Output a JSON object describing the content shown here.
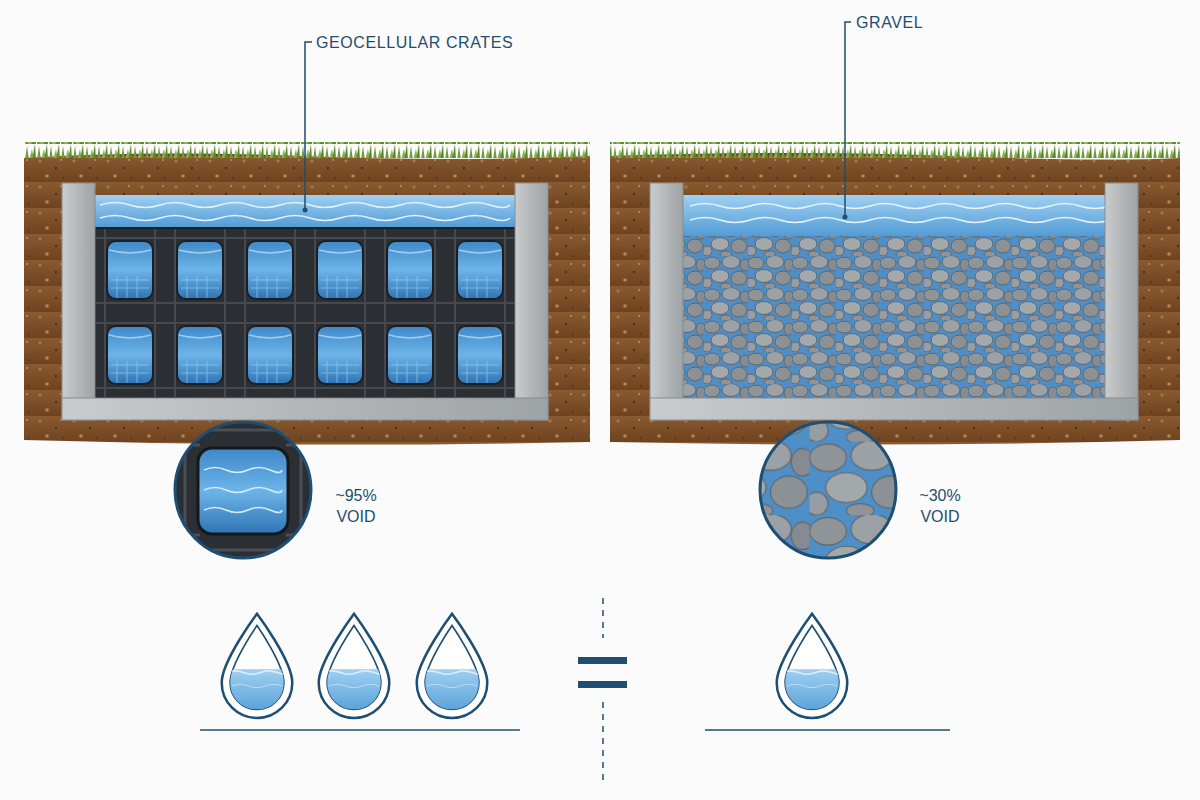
{
  "diagram": {
    "labels": [
      "GEOCELLULAR CRATES",
      "GRAVEL",
      "~95% VOID",
      "~30% VOID"
    ]
  }
}
